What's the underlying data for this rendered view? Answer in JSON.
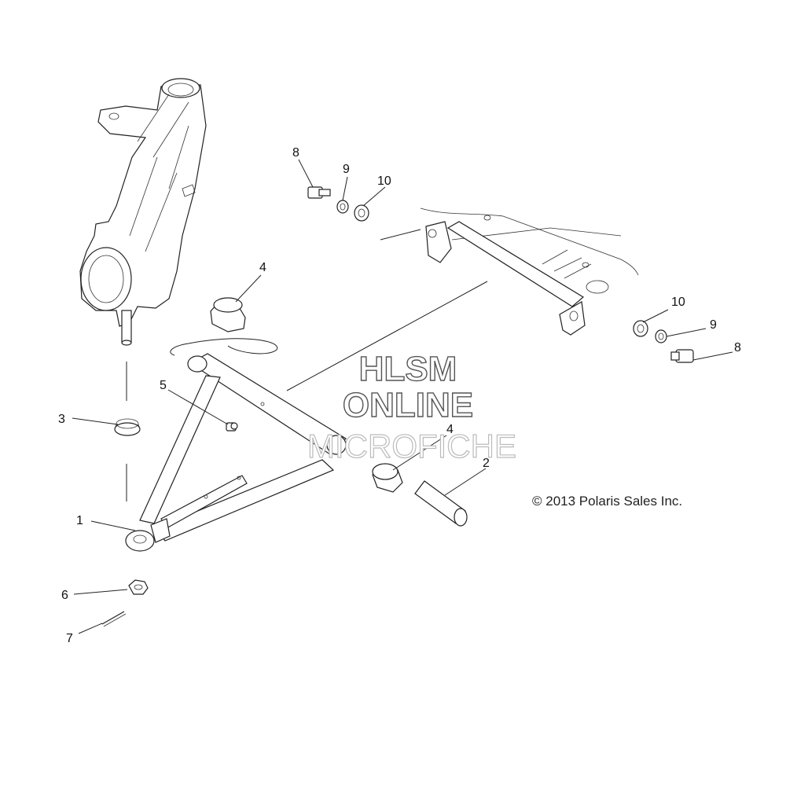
{
  "callouts": {
    "c1": "1",
    "c2": "2",
    "c3": "3",
    "c4a": "4",
    "c4b": "4",
    "c5": "5",
    "c6": "6",
    "c7": "7",
    "c8a": "8",
    "c8b": "8",
    "c9a": "9",
    "c9b": "9",
    "c10a": "10",
    "c10b": "10"
  },
  "copyright": "© 2013 Polaris Sales Inc.",
  "watermark": {
    "line1": "HLSM",
    "line2": "ONLINE",
    "line3": "MICROFICHE"
  }
}
